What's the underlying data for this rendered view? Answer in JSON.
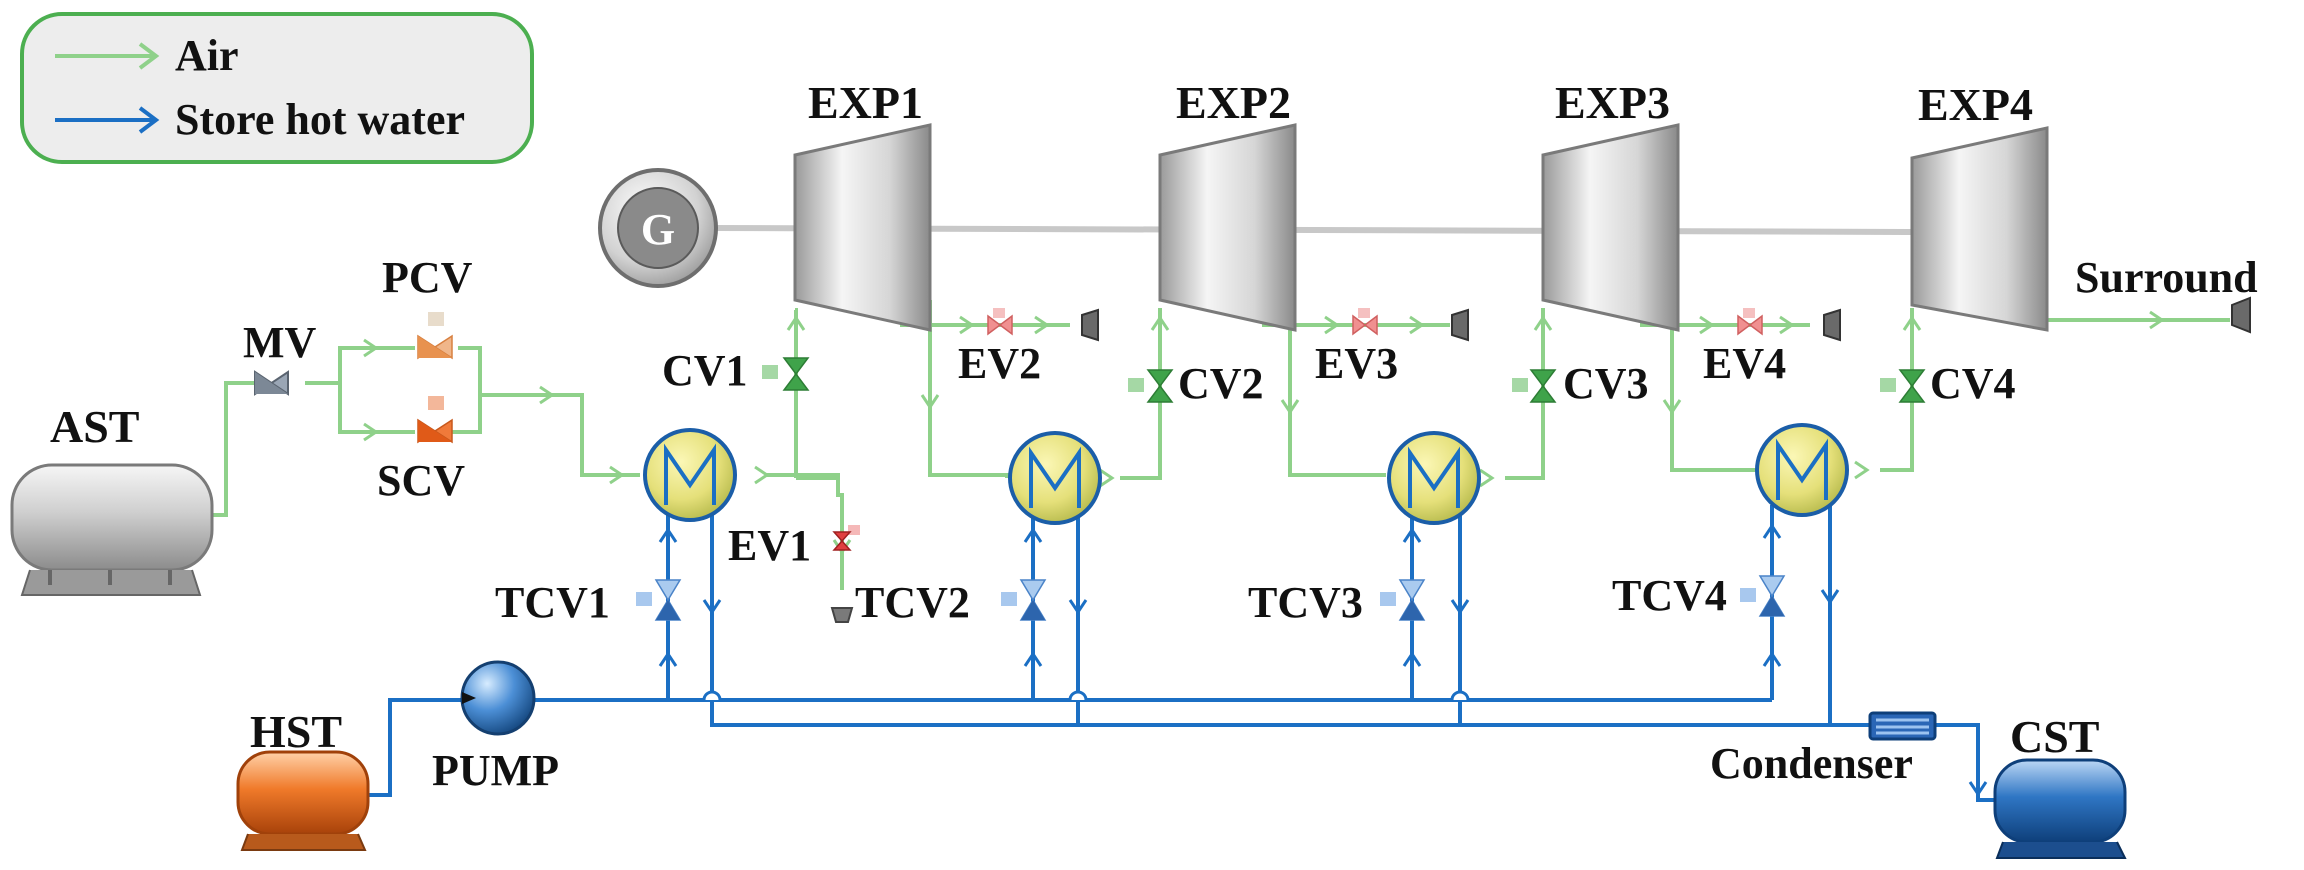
{
  "legend": {
    "air_label": "Air",
    "water_label": "Store hot water"
  },
  "labels": {
    "exp1": "EXP1",
    "exp2": "EXP2",
    "exp3": "EXP3",
    "exp4": "EXP4",
    "generator": "G",
    "pcv": "PCV",
    "mv": "MV",
    "scv": "SCV",
    "ast": "AST",
    "cv1": "CV1",
    "cv2": "CV2",
    "cv3": "CV3",
    "cv4": "CV4",
    "ev1": "EV1",
    "ev2": "EV2",
    "ev3": "EV3",
    "ev4": "EV4",
    "tcv1": "TCV1",
    "tcv2": "TCV2",
    "tcv3": "TCV3",
    "tcv4": "TCV4",
    "surround": "Surround",
    "hst": "HST",
    "pump": "PUMP",
    "condenser": "Condenser",
    "cst": "CST"
  },
  "colors": {
    "air_line": "#8fd18a",
    "water_line": "#1b6fc4",
    "legend_border": "#4caf50",
    "legend_fill": "#ededed",
    "valve_green": "#3fa34a",
    "valve_blue": "#4a83c8",
    "valve_orange": "#f08040",
    "valve_pink": "#f09090",
    "hst_orange": "#e5620f",
    "cst_blue": "#1d5fa8"
  }
}
